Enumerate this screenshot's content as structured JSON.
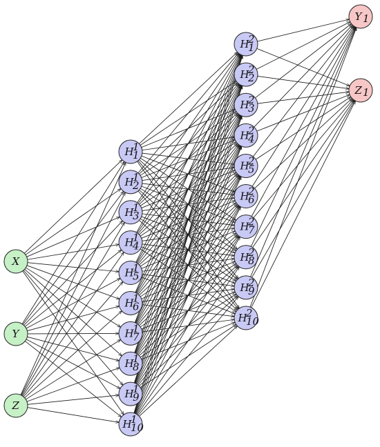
{
  "colors": {
    "input_fill": "#c6f0c6",
    "hidden_fill": "#c9c9f5",
    "output_fill": "#f7c6c6",
    "edge": "#1a1a1a",
    "node_stroke": "#222222"
  },
  "layers": [
    {
      "name": "input",
      "nodes": [
        {
          "base": "X",
          "sub": "",
          "sup": ""
        },
        {
          "base": "Y",
          "sub": "",
          "sup": ""
        },
        {
          "base": "Z",
          "sub": "",
          "sup": ""
        }
      ]
    },
    {
      "name": "hidden-1",
      "nodes": [
        {
          "base": "H",
          "sub": "1",
          "sup": "1"
        },
        {
          "base": "H",
          "sub": "2",
          "sup": "1"
        },
        {
          "base": "H",
          "sub": "3",
          "sup": "1"
        },
        {
          "base": "H",
          "sub": "4",
          "sup": "1"
        },
        {
          "base": "H",
          "sub": "5",
          "sup": "1"
        },
        {
          "base": "H",
          "sub": "6",
          "sup": "1"
        },
        {
          "base": "H",
          "sub": "7",
          "sup": "1"
        },
        {
          "base": "H",
          "sub": "8",
          "sup": "1"
        },
        {
          "base": "H",
          "sub": "9",
          "sup": "1"
        },
        {
          "base": "H",
          "sub": "10",
          "sup": "1"
        }
      ]
    },
    {
      "name": "hidden-2",
      "nodes": [
        {
          "base": "H",
          "sub": "1",
          "sup": "2"
        },
        {
          "base": "H",
          "sub": "2",
          "sup": "2"
        },
        {
          "base": "H",
          "sub": "3",
          "sup": "2"
        },
        {
          "base": "H",
          "sub": "4",
          "sup": "2"
        },
        {
          "base": "H",
          "sub": "5",
          "sup": "2"
        },
        {
          "base": "H",
          "sub": "6",
          "sup": "2"
        },
        {
          "base": "H",
          "sub": "7",
          "sup": "2"
        },
        {
          "base": "H",
          "sub": "8",
          "sup": "2"
        },
        {
          "base": "H",
          "sub": "9",
          "sup": "2"
        },
        {
          "base": "H",
          "sub": "10",
          "sup": "2"
        }
      ]
    },
    {
      "name": "output",
      "nodes": [
        {
          "base": "Y",
          "sub": "1",
          "sup": ""
        },
        {
          "base": "Z",
          "sub": "1",
          "sup": ""
        }
      ]
    }
  ]
}
